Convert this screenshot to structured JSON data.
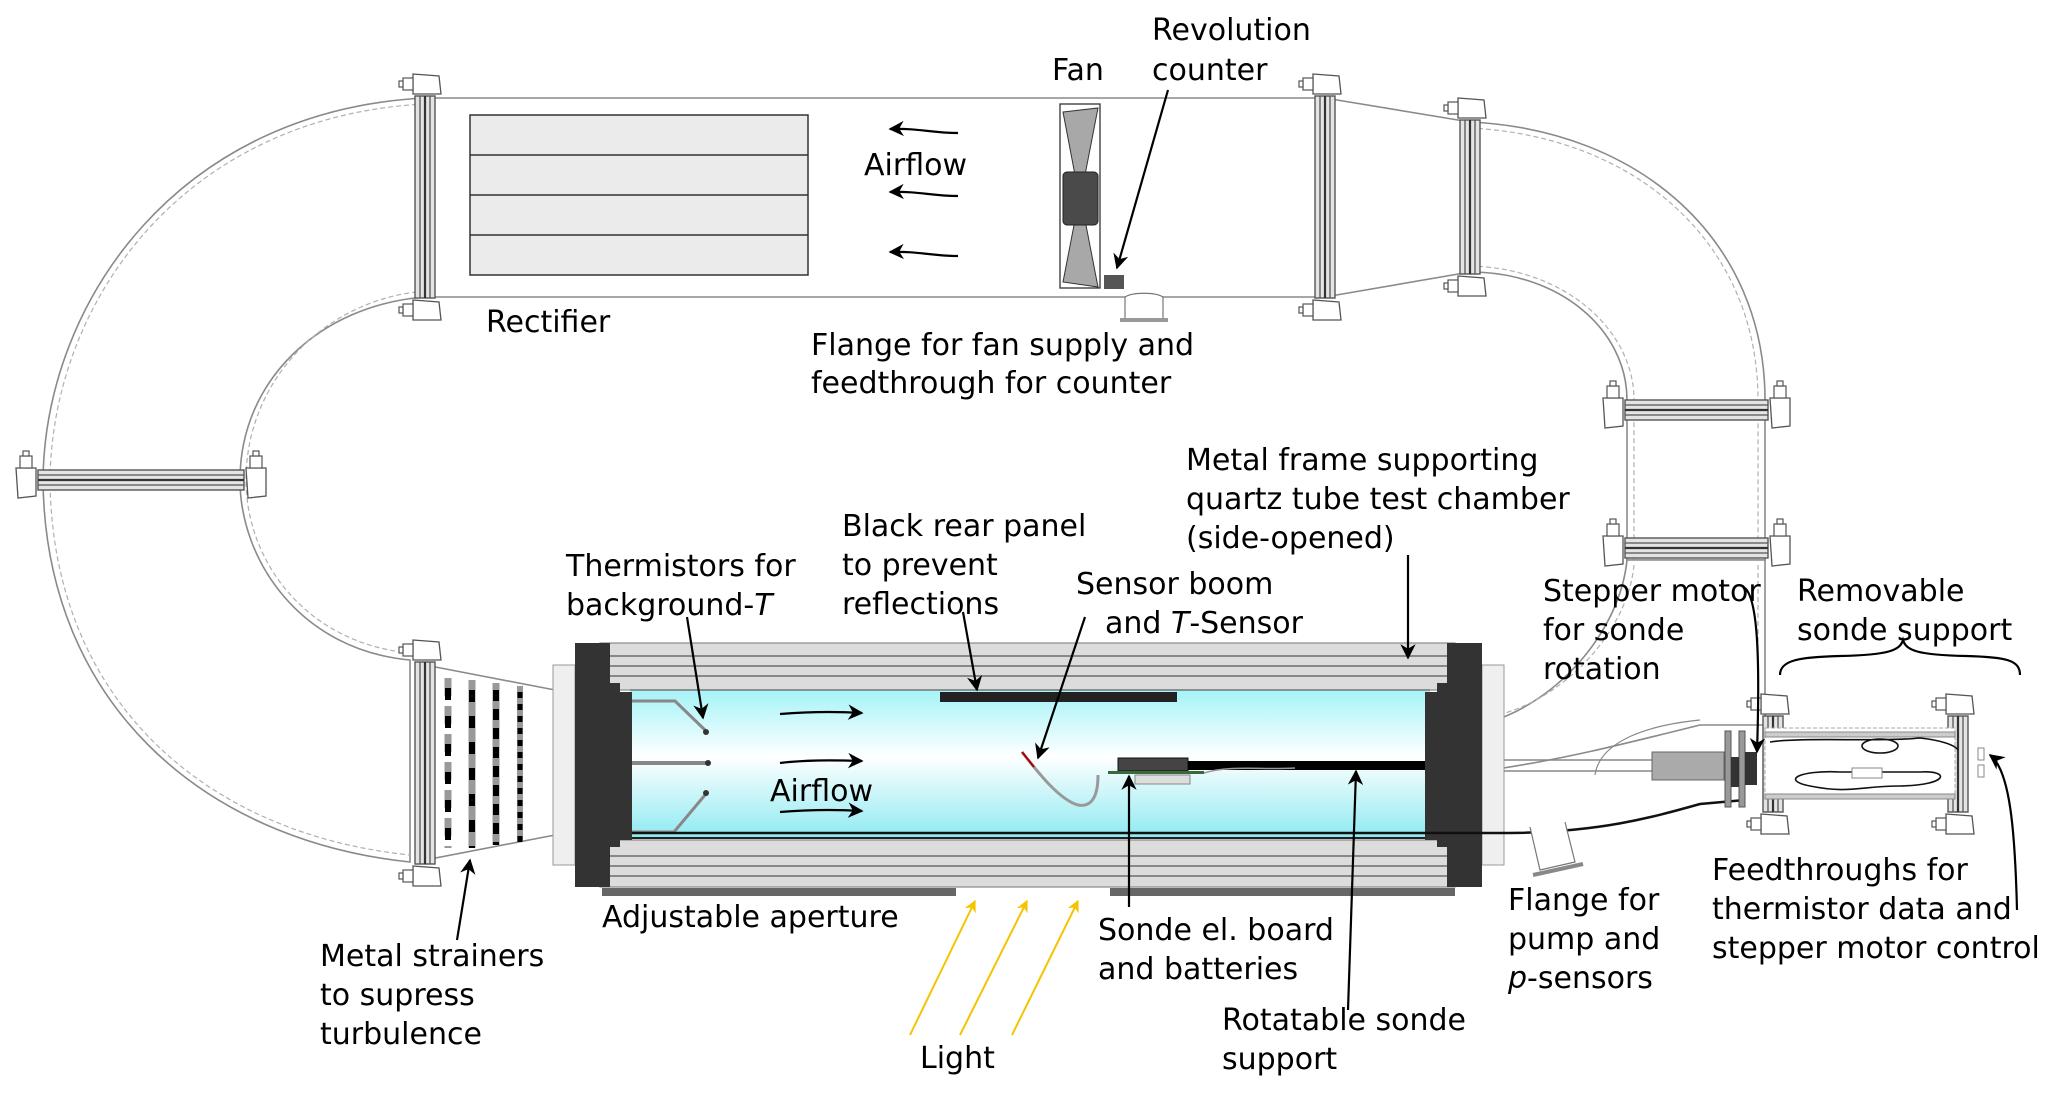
{
  "title": "Wind tunnel test chamber schematic",
  "colors": {
    "chamber_glow": "#9ef4fa",
    "frame": "#dcdcdc",
    "end_plate": "#333333",
    "light": "#f5c400",
    "fan_blade": "#a8a8a8",
    "fan_hub": "#4a4a4a"
  },
  "labels": {
    "fan": "Fan",
    "revolution_counter": [
      "Revolution",
      "counter"
    ],
    "airflow_top": "Airflow",
    "rectifier": "Rectifier",
    "fan_flange": [
      "Flange for fan supply and",
      "feedthrough for counter"
    ],
    "metal_frame": [
      "Metal frame supporting",
      "quartz tube test chamber",
      "(side-opened)"
    ],
    "black_panel": [
      "Black rear panel",
      "to prevent",
      "reflections"
    ],
    "thermistors": [
      "Thermistors for",
      "background-",
      "T"
    ],
    "sensor_boom": [
      "Sensor boom",
      "and ",
      "T",
      "-Sensor"
    ],
    "stepper_motor": [
      "Stepper motor",
      "for sonde",
      "rotation"
    ],
    "removable_support": [
      "Removable",
      "sonde support"
    ],
    "airflow_chamber": "Airflow",
    "adjustable_aperture": "Adjustable aperture",
    "metal_strainers": [
      "Metal strainers",
      "to supress",
      "turbulence"
    ],
    "light": "Light",
    "sonde_board": [
      "Sonde el. board",
      "and batteries"
    ],
    "rotatable_support": [
      "Rotatable sonde",
      "support"
    ],
    "pump_flange": [
      "Flange for",
      "pump and",
      "p",
      "-sensors"
    ],
    "feedthroughs": [
      "Feedthroughs for",
      "thermistor data and",
      "stepper motor control"
    ]
  }
}
